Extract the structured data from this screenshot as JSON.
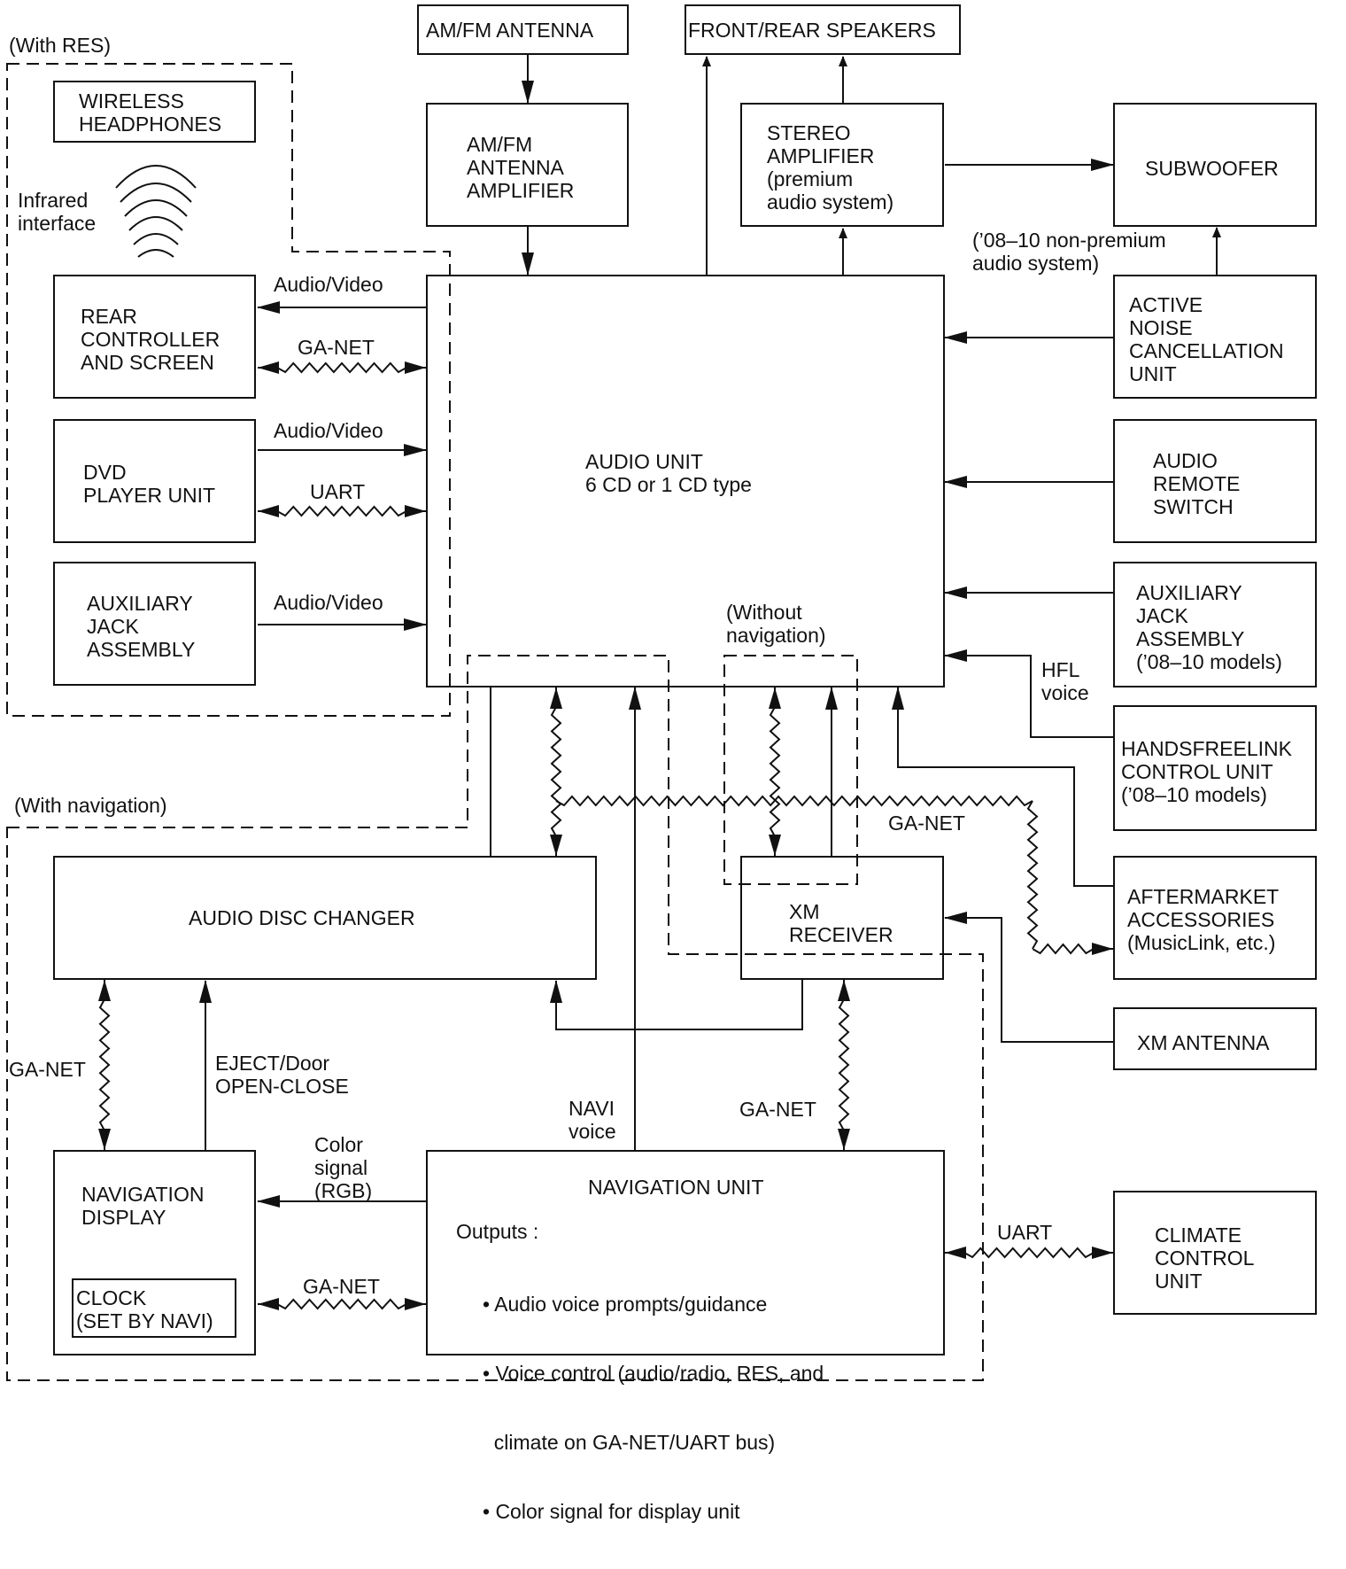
{
  "regions": {
    "with_res": "(With RES)",
    "with_navigation": "(With navigation)",
    "without_navigation": "(Without\nnavigation)"
  },
  "blocks": {
    "am_fm_antenna": "AM/FM ANTENNA",
    "front_rear_speakers": "FRONT/REAR SPEAKERS",
    "wireless_headphones": "WIRELESS\nHEADPHONES",
    "am_fm_antenna_amplifier": "AM/FM\nANTENNA\nAMPLIFIER",
    "stereo_amplifier": "STEREO\nAMPLIFIER\n(premium\naudio system)",
    "subwoofer": "SUBWOOFER",
    "rear_controller": "REAR\nCONTROLLER\nAND SCREEN",
    "dvd_player": "DVD\nPLAYER UNIT",
    "aux_jack_left": "AUXILIARY\nJACK\nASSEMBLY",
    "audio_unit": "AUDIO UNIT\n6 CD or 1 CD type",
    "active_noise": "ACTIVE\nNOISE\nCANCELLATION\nUNIT",
    "audio_remote": "AUDIO\nREMOTE\nSWITCH",
    "aux_jack_right": "AUXILIARY\nJACK\nASSEMBLY\n(’08–10 models)",
    "handsfreelink": "HANDSFREELINK\nCONTROL UNIT\n(’08–10 models)",
    "aftermarket": "AFTERMARKET\nACCESSORIES\n(MusicLink, etc.)",
    "xm_antenna": "XM ANTENNA",
    "audio_disc_changer": "AUDIO DISC CHANGER",
    "xm_receiver": "XM\nRECEIVER",
    "navigation_display": "NAVIGATION\nDISPLAY",
    "clock": "CLOCK\n(SET BY NAVI)",
    "navigation_unit_title": "NAVIGATION UNIT",
    "navigation_unit_outputs_heading": "Outputs :",
    "navigation_unit_outputs": [
      "• Audio voice prompts/guidance",
      "• Voice control (audio/radio, RES, and",
      "  climate on GA-NET/UART bus)",
      "• Color signal for display unit"
    ],
    "climate_control": "CLIMATE\nCONTROL\nUNIT"
  },
  "signals": {
    "infrared": "Infrared\ninterface",
    "av_rear": "Audio/Video",
    "ganet_rear": "GA-NET",
    "av_dvd": "Audio/Video",
    "uart_dvd": "UART",
    "av_aux": "Audio/Video",
    "non_premium": "(’08–10 non-premium\naudio system)",
    "hfl_voice": "HFL\nvoice",
    "ganet_bus": "GA-NET",
    "ganet_changer": "GA-NET",
    "eject": "EJECT/Door\nOPEN-CLOSE",
    "navi_voice": "NAVI\nvoice",
    "ganet_xm": "GA-NET",
    "color_signal": "Color\nsignal\n(RGB)",
    "ganet_display": "GA-NET",
    "uart_climate": "UART"
  }
}
